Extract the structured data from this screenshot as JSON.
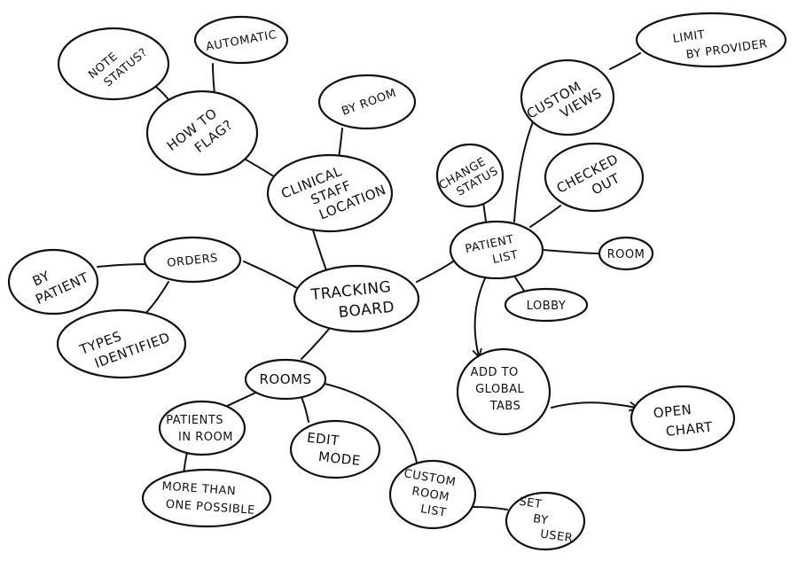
{
  "diagram": {
    "nodes": {
      "tracking_board": [
        "TRACKING",
        "BOARD"
      ],
      "clinical_staff_location": [
        "CLINICAL",
        "STAFF",
        "LOCATION"
      ],
      "how_to_flag": [
        "HOW TO",
        "FLAG?"
      ],
      "note_status": [
        "NOTE",
        "STATUS?"
      ],
      "automatic": [
        "AUTOMATIC"
      ],
      "by_room": [
        "BY ROOM"
      ],
      "orders": [
        "ORDERS"
      ],
      "by_patient": [
        "BY",
        "PATIENT"
      ],
      "types_identified": [
        "TYPES",
        "IDENTIFIED"
      ],
      "rooms": [
        "ROOMS"
      ],
      "patients_in_room": [
        "PATIENTS",
        "IN ROOM"
      ],
      "more_than_one_possible": [
        "MORE THAN",
        "ONE POSSIBLE"
      ],
      "edit_mode": [
        "EDIT",
        "MODE"
      ],
      "custom_room_list": [
        "CUSTOM",
        "ROOM",
        "LIST"
      ],
      "set_by_user": [
        "SET",
        "BY",
        "USER"
      ],
      "patient_list": [
        "PATIENT",
        "LIST"
      ],
      "change_status": [
        "CHANGE",
        "STATUS"
      ],
      "custom_views": [
        "CUSTOM",
        "VIEWS"
      ],
      "limit_by_provider": [
        "LIMIT",
        "BY PROVIDER"
      ],
      "checked_out": [
        "CHECKED",
        "OUT"
      ],
      "room": [
        "ROOM"
      ],
      "lobby": [
        "LOBBY"
      ],
      "add_to_global_tabs": [
        "ADD TO",
        "GLOBAL",
        "TABS"
      ],
      "open_chart": [
        "OPEN",
        "CHART"
      ]
    }
  }
}
